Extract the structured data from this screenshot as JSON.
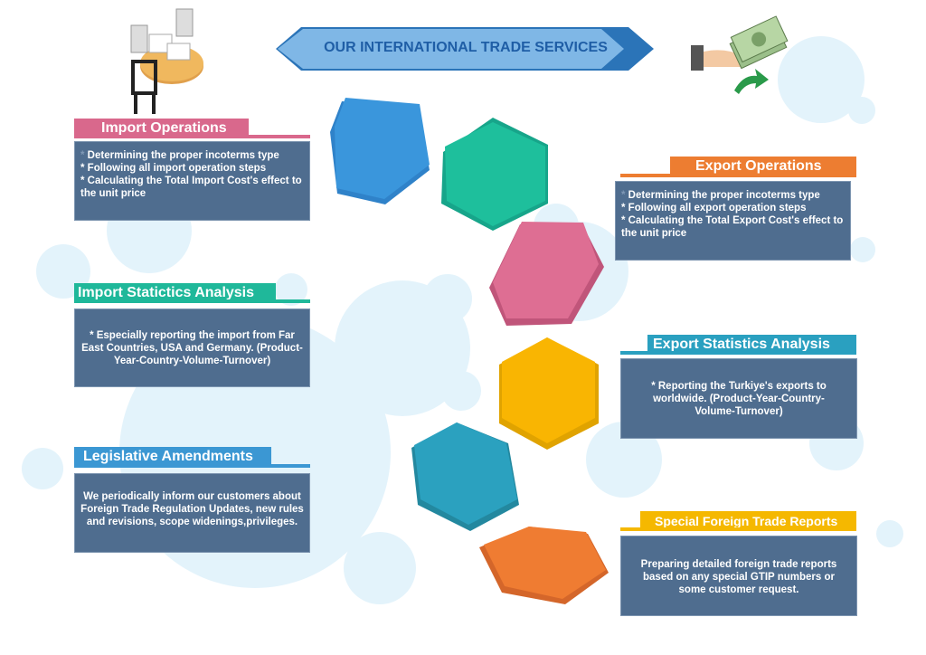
{
  "title": "OUR INTERNATIONAL TRADE SERVICES",
  "colors": {
    "box": "#4f6d8f",
    "pink": "#d9688c",
    "green": "#1fb89a",
    "blue": "#3b97d3",
    "orange": "#ed7d31",
    "teal": "#2aa0c0",
    "yellow": "#f5b800"
  },
  "import_operations": {
    "title": "Import Operations",
    "lines": [
      "* ",
      "Determining the proper incoterms type",
      "* Following all import operation steps",
      "* Calculating the Total Import Cost's effect to the unit price"
    ]
  },
  "import_statistics": {
    "title": "Import Statictics Analysis",
    "text": "* Especially reporting the import from Far East Countries, USA and Germany. (Product-Year-Country-Volume-Turnover)"
  },
  "legislative": {
    "title": "Legislative Amendments",
    "text": "We periodically inform our customers about Foreign Trade Regulation Updates, new rules and revisions, scope widenings,privileges."
  },
  "export_operations": {
    "title": "Export Operations",
    "lines": [
      "* ",
      "Determining the proper incoterms type",
      "* Following all export operation steps",
      "* Calculating the Total Export Cost's effect to the unit price"
    ]
  },
  "export_statistics": {
    "title": "Export Statistics Analysis",
    "text": "* Reporting the Turkiye's exports to worldwide. (Product-Year-Country-Volume-Turnover)"
  },
  "special_reports": {
    "title": "Special Foreign Trade Reports",
    "text": "Preparing detailed foreign trade reports based on any special GTIP  numbers or some customer request."
  }
}
